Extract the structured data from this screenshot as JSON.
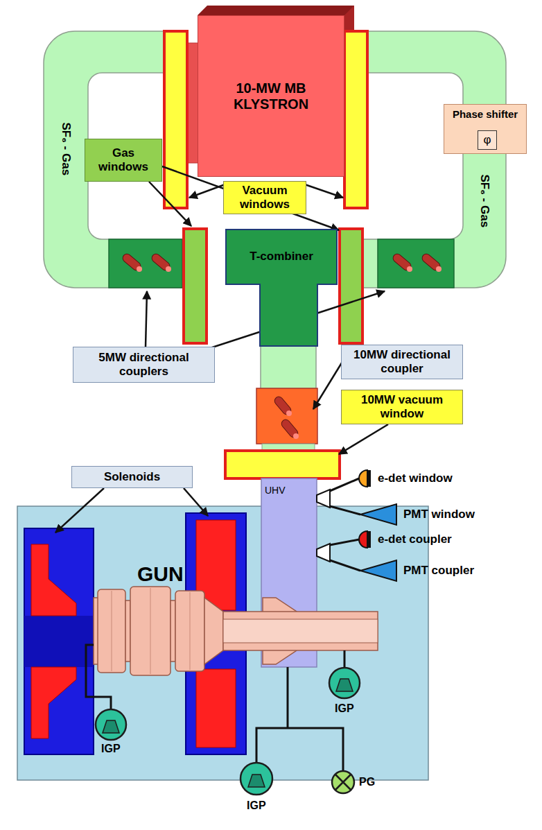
{
  "diagram": {
    "nodes": [
      {
        "text": [
          "10-MW MB KLYSTRON"
        ]
      },
      {
        "text": [
          "Phase shifter"
        ]
      },
      {
        "text": [
          "φ"
        ],
        "in": 1
      },
      {
        "text": [
          "Gas windows"
        ]
      },
      {
        "text": [
          "Vacuum windows"
        ]
      },
      {
        "text": [
          "T-combiner"
        ]
      },
      {
        "text": [
          "5MW directional couplers"
        ]
      },
      {
        "text": [
          "10MW directional coupler"
        ]
      },
      {
        "text": [
          "10MW vacuum window"
        ]
      },
      {
        "text": [
          "Solenoids"
        ]
      }
    ],
    "labels": [
      "SF₆ - Gas",
      "SF₆ - Gas",
      "e-det window",
      "UHV",
      "PMT window",
      "e-det coupler",
      "PMT coupler",
      "GUN",
      "IGP",
      "IGP",
      "IGP",
      "PG"
    ]
  }
}
